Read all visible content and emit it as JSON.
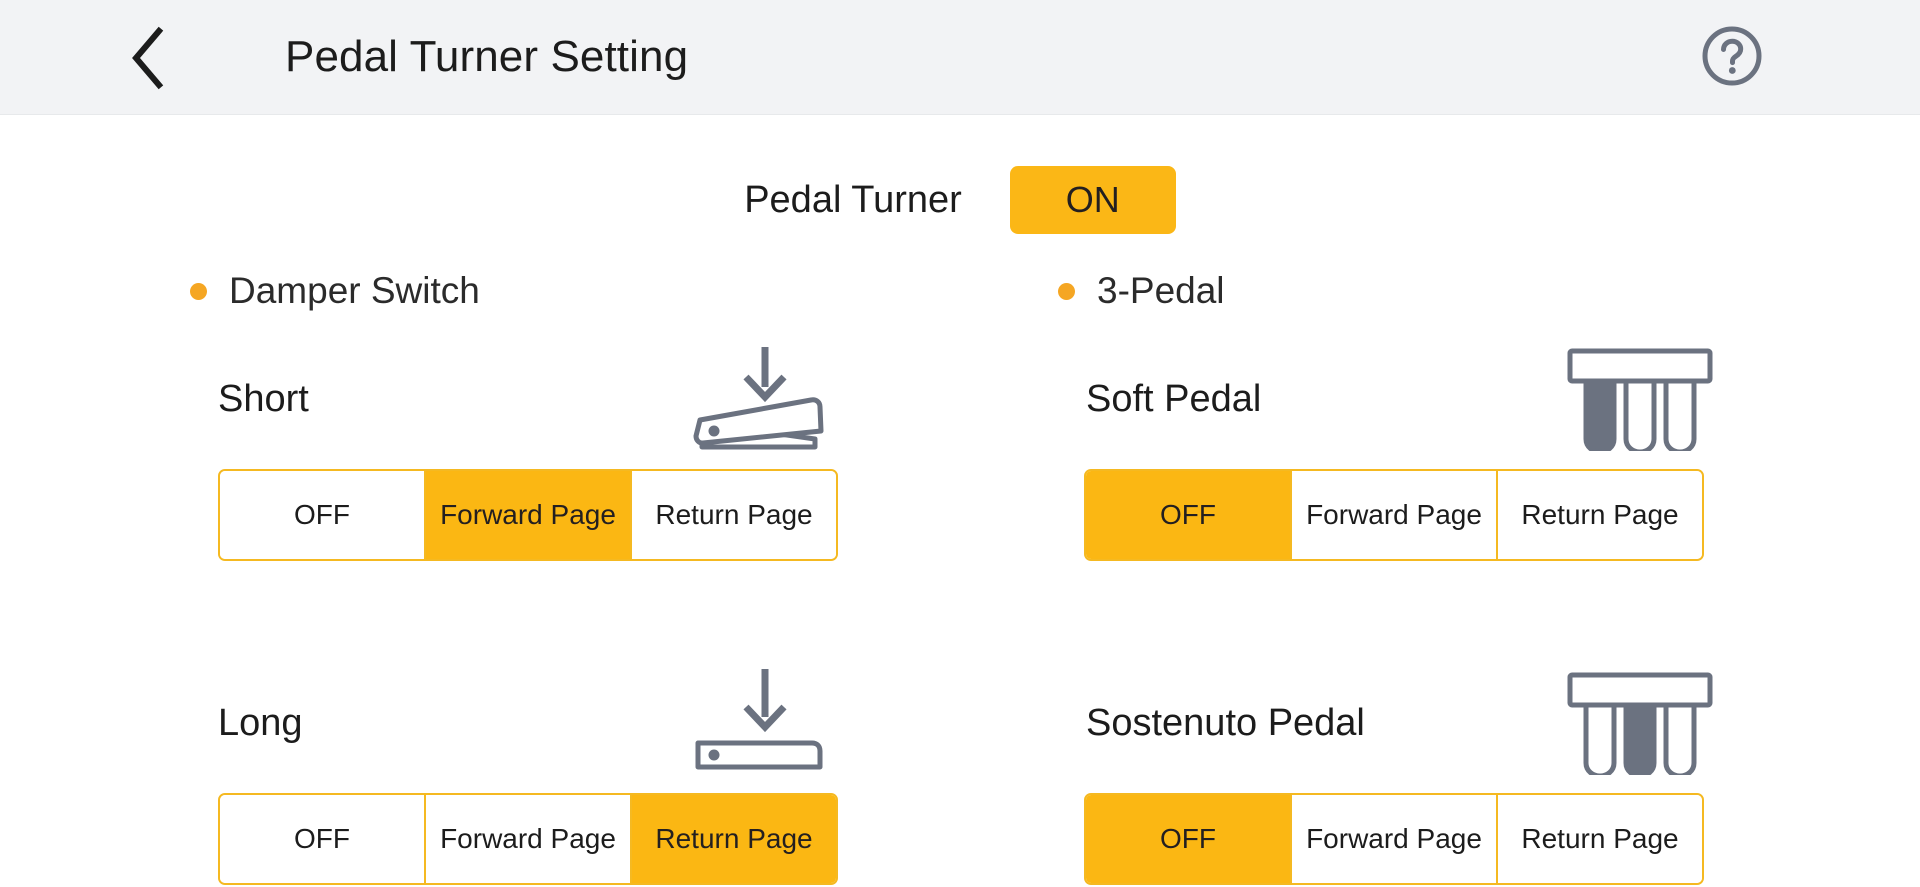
{
  "header": {
    "title": "Pedal Turner Setting",
    "back_icon": "chevron-left-icon",
    "help_icon": "question-mark-circle-icon"
  },
  "master": {
    "label": "Pedal Turner",
    "toggle_value": "ON"
  },
  "colors": {
    "accent": "#fbb713",
    "accent_border": "#f5b921",
    "bullet": "#f5a623",
    "icon_stroke": "#6b7280",
    "header_bg": "#f2f3f5",
    "text": "#1c1c1c"
  },
  "options": [
    "OFF",
    "Forward Page",
    "Return Page"
  ],
  "groups": [
    {
      "title": "Damper Switch",
      "bullet_icon": "bullet-dot-icon",
      "settings": [
        {
          "name": "Short",
          "icon": "pedal-short-press-icon",
          "options": [
            "OFF",
            "Forward Page",
            "Return Page"
          ],
          "selected": "Forward Page",
          "selected_index": 1
        },
        {
          "name": "Long",
          "icon": "pedal-long-press-icon",
          "options": [
            "OFF",
            "Forward Page",
            "Return Page"
          ],
          "selected": "Return Page",
          "selected_index": 2
        }
      ]
    },
    {
      "title": "3-Pedal",
      "bullet_icon": "bullet-dot-icon",
      "settings": [
        {
          "name": "Soft Pedal",
          "icon": "three-pedal-left-highlighted-icon",
          "options": [
            "OFF",
            "Forward Page",
            "Return Page"
          ],
          "selected": "OFF",
          "selected_index": 0
        },
        {
          "name": "Sostenuto Pedal",
          "icon": "three-pedal-middle-highlighted-icon",
          "options": [
            "OFF",
            "Forward Page",
            "Return Page"
          ],
          "selected": "OFF",
          "selected_index": 0
        }
      ]
    }
  ]
}
